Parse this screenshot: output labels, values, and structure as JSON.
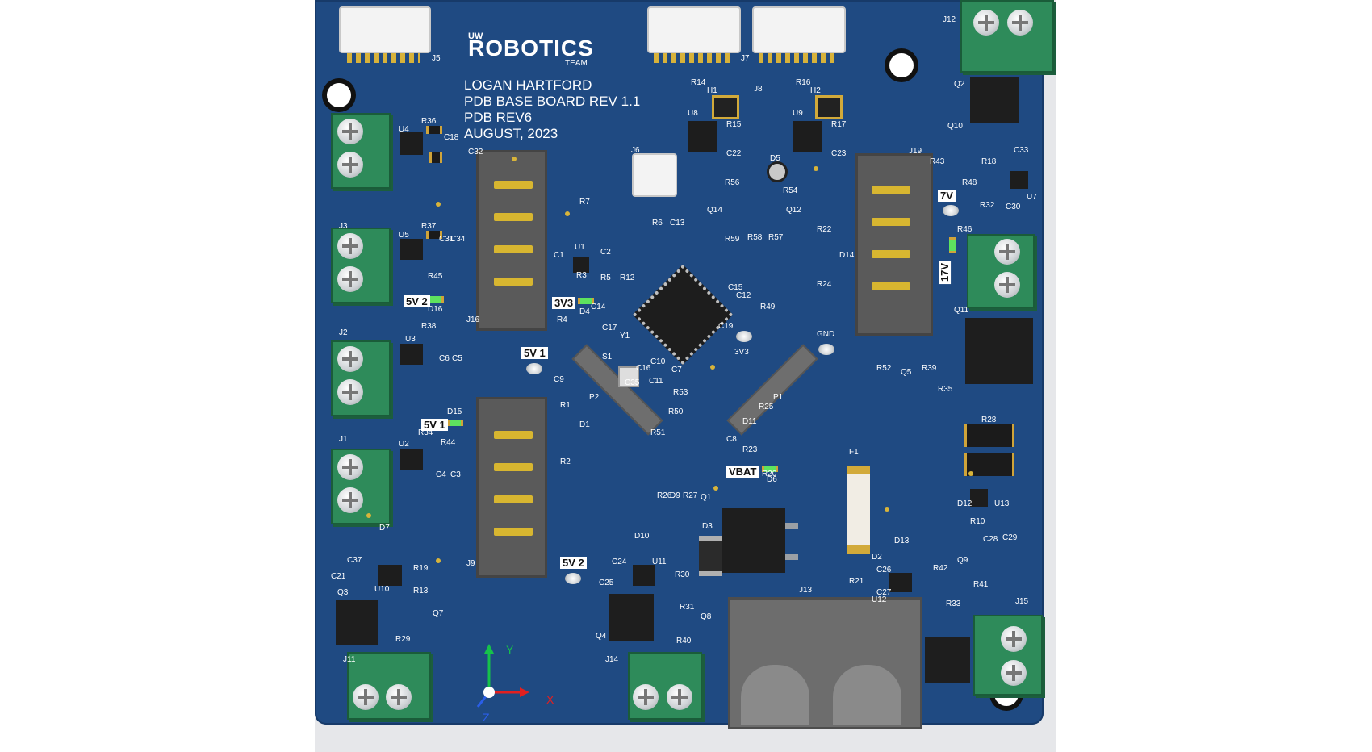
{
  "board": {
    "logo_prefix": "UW",
    "logo_main": "ROBOTICS",
    "logo_suffix": "TEAM",
    "title_lines": [
      "LOGAN HARTFORD",
      "PDB BASE BOARD REV 1.1",
      "PDB REV6",
      "AUGUST, 2023"
    ]
  },
  "net_badges": {
    "v3v3": "3V3",
    "v5v2_a": "5V 2",
    "v5v1_a": "5V 1",
    "v5v1_b": "5V 1",
    "v5v2_b": "5V 2",
    "vbat": "VBAT",
    "v17": "17V",
    "v17b": "7V"
  },
  "testpoints": {
    "gnd": "GND",
    "v3v3": "3V3"
  },
  "axis": {
    "x": "X",
    "y": "Y",
    "z": "Z"
  },
  "refdes": {
    "J5": "J5",
    "J7": "J7",
    "J8": "J8",
    "J12": "J12",
    "J6": "J6",
    "J16": "J16",
    "J19": "J19",
    "J9": "J9",
    "J13": "J13",
    "J15": "J15",
    "J11": "J11",
    "J14": "J14",
    "J1": "J1",
    "J2": "J2",
    "J3": "J3",
    "U1": "U1",
    "U2": "U2",
    "U3": "U3",
    "U4": "U4",
    "U5": "U5",
    "U7": "U7",
    "U8": "U8",
    "U9": "U9",
    "U10": "U10",
    "U11": "U11",
    "U12": "U12",
    "U13": "U13",
    "Q1": "Q1",
    "Q2": "Q2",
    "Q3": "Q3",
    "Q4": "Q4",
    "Q5": "Q5",
    "Q7": "Q7",
    "Q8": "Q8",
    "Q9": "Q9",
    "Q10": "Q10",
    "Q11": "Q11",
    "Q12": "Q12",
    "Q14": "Q14",
    "H1": "H1",
    "H2": "H2",
    "F1": "F1",
    "S1": "S1",
    "Y1": "Y1",
    "P1": "P1",
    "P2": "P2",
    "D1": "D1",
    "D2": "D2",
    "D3": "D3",
    "D4": "D4",
    "D5": "D5",
    "D6": "D6",
    "D7": "D7",
    "D9": "D9",
    "D10": "D10",
    "D11": "D11",
    "D12": "D12",
    "D13": "D13",
    "D14": "D14",
    "D15": "D15",
    "D16": "D16",
    "R1": "R1",
    "R2": "R2",
    "R3": "R3",
    "R4": "R4",
    "R5": "R5",
    "R6": "R6",
    "R7": "R7",
    "R10": "R10",
    "R12": "R12",
    "R13": "R13",
    "R14": "R14",
    "R15": "R15",
    "R16": "R16",
    "R17": "R17",
    "R18": "R18",
    "R19": "R19",
    "R20": "R20",
    "R21": "R21",
    "R22": "R22",
    "R23": "R23",
    "R24": "R24",
    "R25": "R25",
    "R26": "R26",
    "R27": "R27",
    "R28": "R28",
    "R29": "R29",
    "R30": "R30",
    "R31": "R31",
    "R32": "R32",
    "R33": "R33",
    "R34": "R34",
    "R35": "R35",
    "R36": "R36",
    "R37": "R37",
    "R38": "R38",
    "R39": "R39",
    "R40": "R40",
    "R41": "R41",
    "R42": "R42",
    "R43": "R43",
    "R44": "R44",
    "R45": "R45",
    "R46": "R46",
    "R48": "R48",
    "R49": "R49",
    "R50": "R50",
    "R51": "R51",
    "R52": "R52",
    "R53": "R53",
    "R54": "R54",
    "R56": "R56",
    "R57": "R57",
    "R58": "R58",
    "R59": "R59",
    "C1": "C1",
    "C2": "C2",
    "C3": "C3",
    "C4": "C4",
    "C5": "C5",
    "C6": "C6",
    "C7": "C7",
    "C8": "C8",
    "C9": "C9",
    "C10": "C10",
    "C11": "C11",
    "C12": "C12",
    "C13": "C13",
    "C14": "C14",
    "C15": "C15",
    "C16": "C16",
    "C17": "C17",
    "C18": "C18",
    "C19": "C19",
    "C21": "C21",
    "C22": "C22",
    "C23": "C23",
    "C24": "C24",
    "C25": "C25",
    "C26": "C26",
    "C27": "C27",
    "C28": "C28",
    "C29": "C29",
    "C30": "C30",
    "C31": "C31",
    "C32": "C32",
    "C33": "C33",
    "C34": "C34",
    "C35": "C35",
    "C37": "C37"
  }
}
